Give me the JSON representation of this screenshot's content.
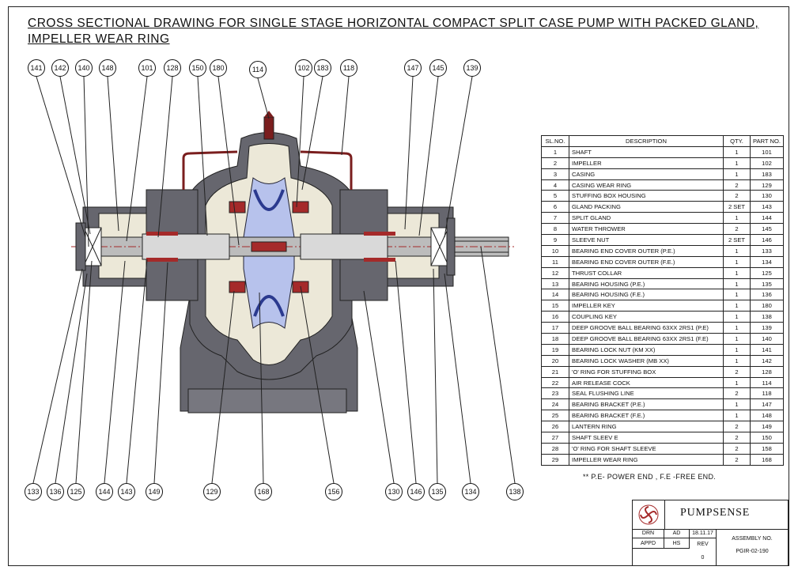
{
  "title": {
    "line1": "CROSS SECTIONAL DRAWING FOR SINGLE STAGE HORIZONTAL COMPACT SPLIT CASE PUMP WITH PACKED GLAND,",
    "line2": "IMPELLER WEAR RING"
  },
  "callouts_top": [
    "141",
    "142",
    "140",
    "148",
    "101",
    "128",
    "150",
    "180",
    "114",
    "102",
    "183",
    "118",
    "147",
    "145",
    "139"
  ],
  "callouts_bottom": [
    "133",
    "136",
    "125",
    "144",
    "143",
    "149",
    "129",
    "168",
    "156",
    "130",
    "146",
    "135",
    "134",
    "138"
  ],
  "table": {
    "headers": {
      "sl": "SL.NO.",
      "desc": "DESCRIPTION",
      "qty": "QTY.",
      "part": "PART NO."
    },
    "rows": [
      {
        "sl": "1",
        "desc": "SHAFT",
        "qty": "1",
        "part": "101"
      },
      {
        "sl": "2",
        "desc": "IMPELLER",
        "qty": "1",
        "part": "102"
      },
      {
        "sl": "3",
        "desc": "CASING",
        "qty": "1",
        "part": "183"
      },
      {
        "sl": "4",
        "desc": "CASING WEAR RING",
        "qty": "2",
        "part": "129"
      },
      {
        "sl": "5",
        "desc": "STUFFING BOX HOUSING",
        "qty": "2",
        "part": "130"
      },
      {
        "sl": "6",
        "desc": "GLAND PACKING",
        "qty": "2 SET",
        "part": "143"
      },
      {
        "sl": "7",
        "desc": "SPLIT GLAND",
        "qty": "1",
        "part": "144"
      },
      {
        "sl": "8",
        "desc": "WATER THROWER",
        "qty": "2",
        "part": "145"
      },
      {
        "sl": "9",
        "desc": "SLEEVE NUT",
        "qty": "2 SET",
        "part": "146"
      },
      {
        "sl": "10",
        "desc": "BEARING END COVER OUTER (P.E.)",
        "qty": "1",
        "part": "133"
      },
      {
        "sl": "11",
        "desc": "BEARING END COVER OUTER (F.E.)",
        "qty": "1",
        "part": "134"
      },
      {
        "sl": "12",
        "desc": "THRUST COLLAR",
        "qty": "1",
        "part": "125"
      },
      {
        "sl": "13",
        "desc": "BEARING HOUSING (P.E.)",
        "qty": "1",
        "part": "135"
      },
      {
        "sl": "14",
        "desc": "BEARING HOUSING (F.E.)",
        "qty": "1",
        "part": "136"
      },
      {
        "sl": "15",
        "desc": "IMPELLER KEY",
        "qty": "1",
        "part": "180"
      },
      {
        "sl": "16",
        "desc": "COUPLING KEY",
        "qty": "1",
        "part": "138"
      },
      {
        "sl": "17",
        "desc": "DEEP GROOVE BALL BEARING 63XX 2RS1 (P.E)",
        "qty": "1",
        "part": "139"
      },
      {
        "sl": "18",
        "desc": "DEEP GROOVE BALL BEARING 63XX 2RS1 (F.E)",
        "qty": "1",
        "part": "140"
      },
      {
        "sl": "19",
        "desc": "BEARING LOCK NUT (KM XX)",
        "qty": "1",
        "part": "141"
      },
      {
        "sl": "20",
        "desc": "BEARING LOCK WASHER (MB XX)",
        "qty": "1",
        "part": "142"
      },
      {
        "sl": "21",
        "desc": "'O' RING FOR STUFFING BOX",
        "qty": "2",
        "part": "128"
      },
      {
        "sl": "22",
        "desc": "AIR RELEASE COCK",
        "qty": "1",
        "part": "114"
      },
      {
        "sl": "23",
        "desc": "SEAL FLUSHING LINE",
        "qty": "2",
        "part": "118"
      },
      {
        "sl": "24",
        "desc": "BEARING BRACKET (P.E.)",
        "qty": "1",
        "part": "147"
      },
      {
        "sl": "25",
        "desc": "BEARING BRACKET (F.E.)",
        "qty": "1",
        "part": "148"
      },
      {
        "sl": "26",
        "desc": "LANTERN RING",
        "qty": "2",
        "part": "149"
      },
      {
        "sl": "27",
        "desc": "SHAFT SLEEV E",
        "qty": "2",
        "part": "150"
      },
      {
        "sl": "28",
        "desc": "'O' RING FOR SHAFT SLEEVE",
        "qty": "2",
        "part": "158"
      },
      {
        "sl": "29",
        "desc": "IMPELLER WEAR RING",
        "qty": "2",
        "part": "168"
      }
    ]
  },
  "note": "** P.E- POWER END , F.E -FREE END.",
  "title_block": {
    "brand": "PUMPSENSE",
    "drn_label": "DRN",
    "drn_value": "AD",
    "date": "18.11.17",
    "appd_label": "APPD",
    "appd_value": "HS",
    "rev_label": "REV",
    "rev_value": "0",
    "assembly_label": "ASSEMBLY NO.",
    "assembly_no": "PGIR-02-190"
  },
  "colors": {
    "casing": "#66666e",
    "interior": "#ece8d8",
    "impeller": "#b7c2ec",
    "seal_red": "#a52a2a",
    "flush_line": "#7a1e1e",
    "shaft": "#bcbcbc"
  }
}
